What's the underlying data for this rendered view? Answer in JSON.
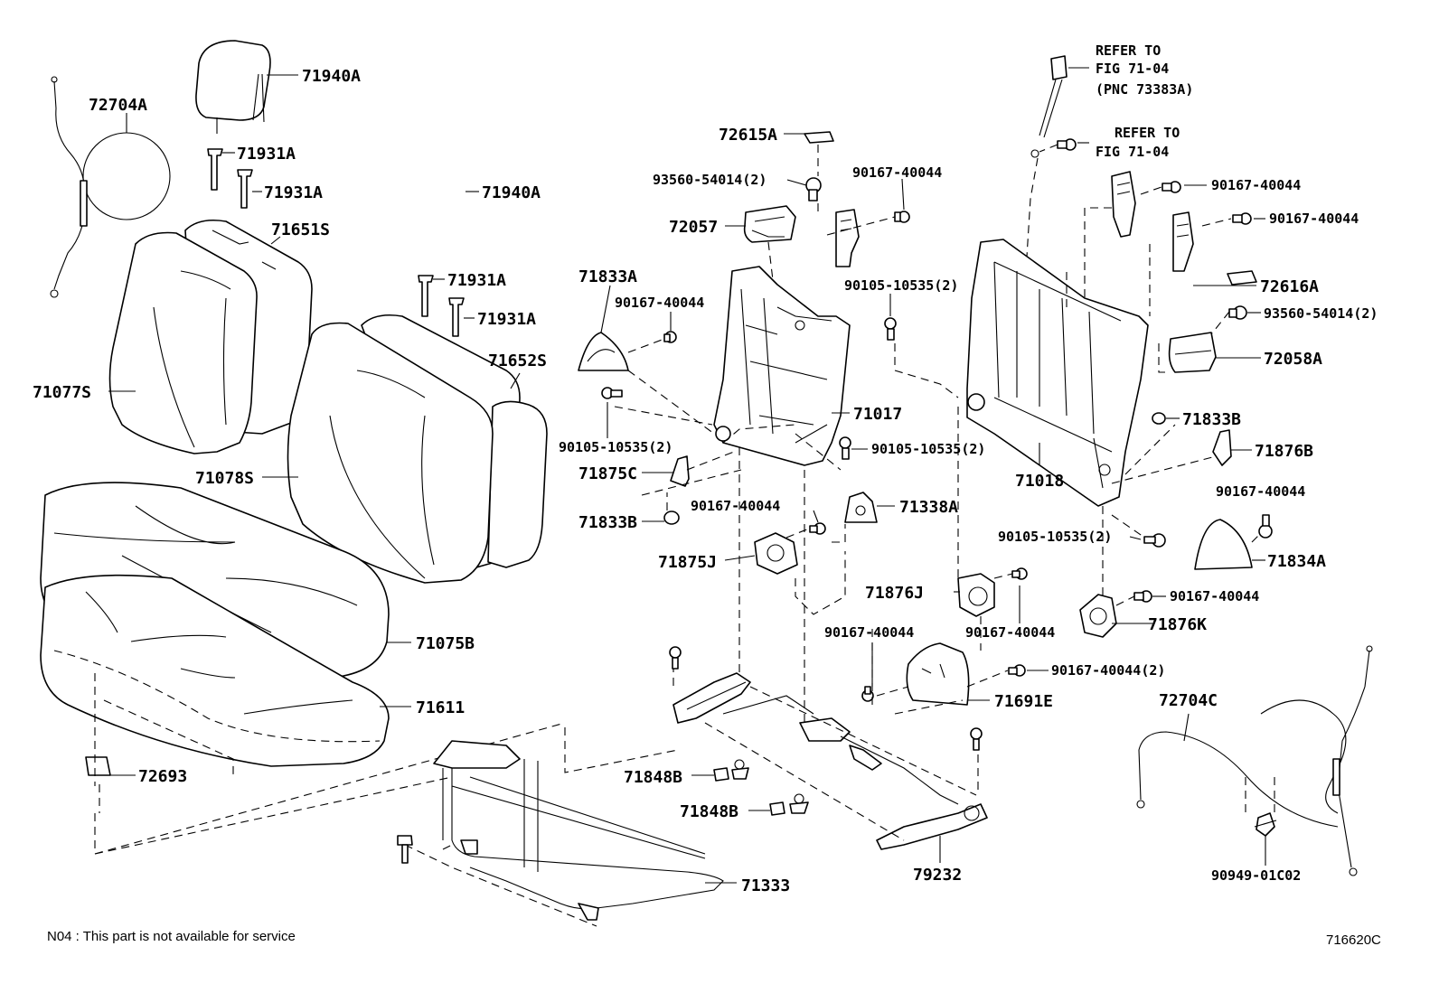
{
  "labels": {
    "p72704A": "72704A",
    "p71940A_1": "71940A",
    "p71931A_1": "71931A",
    "p71931A_2": "71931A",
    "p71651S": "71651S",
    "p71940A_2": "71940A",
    "p71931A_3": "71931A",
    "p71931A_4": "71931A",
    "p71652S": "71652S",
    "p71077S": "71077S",
    "p71078S": "71078S",
    "p71075B": "71075B",
    "p71611": "71611",
    "p72693": "72693",
    "p72615A": "72615A",
    "p93560_1": "93560-54014(2)",
    "p72057": "72057",
    "p90167_1": "90167-40044",
    "p71833A": "71833A",
    "p90167_2": "90167-40044",
    "p90105_1": "90105-10535(2)",
    "p90105_2": "90105-10535(2)",
    "p71017": "71017",
    "p90105_3": "90105-10535(2)",
    "p71875C": "71875C",
    "p90167_3": "90167-40044",
    "p71338A": "71338A",
    "p71833B_1": "71833B",
    "p71875J": "71875J",
    "p90167_4": "90167-40044",
    "p90167_5": "90167-40044",
    "p71616A": "72616A",
    "p93560_2": "93560-54014(2)",
    "p72058A": "72058A",
    "p71833B_2": "71833B",
    "p71876B": "71876B",
    "p71018": "71018",
    "p90167_6": "90167-40044",
    "p90105_4": "90105-10535(2)",
    "p71834A": "71834A",
    "p71876J": "71876J",
    "p90167_7": "90167-40044",
    "p90167_8": "90167-40044",
    "p71876K": "71876K",
    "p90167_9": "90167-40044",
    "p90167_10": "90167-40044(2)",
    "p71691E": "71691E",
    "p72704C": "72704C",
    "p71848B_1": "71848B",
    "p71848B_2": "71848B",
    "p71333": "71333",
    "p79232": "79232",
    "p90949": "90949-01C02"
  },
  "refer1": [
    "REFER TO",
    "FIG 71-04",
    "(PNC 73383A)"
  ],
  "refer2": [
    "REFER TO",
    "FIG 71-04"
  ],
  "footnote": "N04 : This part is not available for service",
  "figure_code": "716620C"
}
